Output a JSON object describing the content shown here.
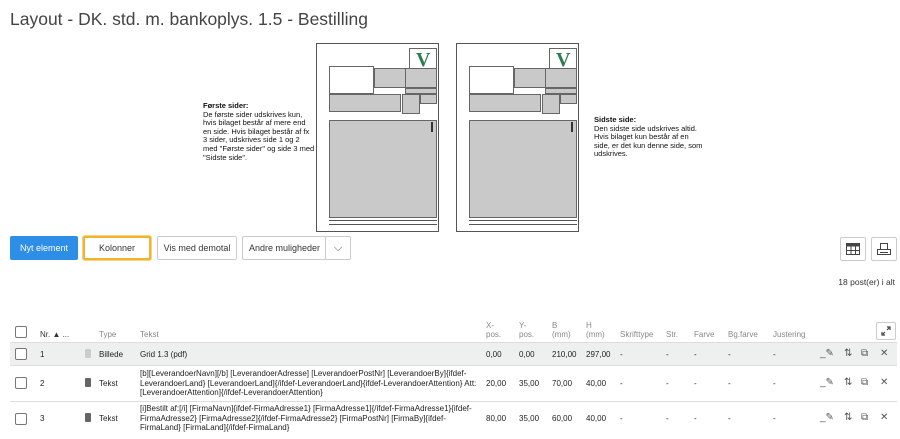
{
  "page": {
    "title": "Layout - DK. std. m. bankoplys. 1.5 - Bestilling"
  },
  "preview": {
    "logo_letter": "V",
    "first": {
      "heading": "Første sider:",
      "body": "De første sider udskrives kun, hvis bilaget består af mere end en side. Hvis bilaget består af fx 3 sider, udskrives side 1 og 2 med \"Første sider\" og side 3 med \"Sidste side\"."
    },
    "last": {
      "heading": "Sidste side:",
      "body": "Den sidste side udskrives altid. Hvis bilaget kun består af en side, er det kun denne side, som udskrives."
    }
  },
  "toolbar": {
    "new_element": "Nyt element",
    "columns": "Kolonner",
    "show_demo": "Vis med demotal",
    "more": "Andre muligheder",
    "caret": "⌵"
  },
  "count_text": "18 post(er) i alt",
  "table": {
    "headers": {
      "nr": "Nr. ▲ ...",
      "type": "Type",
      "tekst": "Tekst",
      "xpos": "X-\npos.",
      "ypos": "Y-\npos.",
      "b": "B\n(mm)",
      "h": "H\n(mm)",
      "font": "Skrifttype",
      "str": "Str.",
      "farve": "Farve",
      "bgfarve": "Bg.farve",
      "justering": "Justering"
    },
    "rows": [
      {
        "nr": "1",
        "type": "Billede",
        "tekst": "Grid 1.3 (pdf)",
        "x": "0,00",
        "y": "0,00",
        "b": "210,00",
        "h": "297,00",
        "font": "-",
        "str": "-",
        "farve": "-",
        "bg": "-",
        "just": "-"
      },
      {
        "nr": "2",
        "type": "Tekst",
        "tekst": "[b][LeverandoerNavn][/b] [LeverandoerAdresse] [LeverandoerPostNr] [LeverandoerBy]{ifdef-LeverandoerLand} [LeverandoerLand]{/ifdef-LeverandoerLand}{ifdef-LeverandoerAttention} Att: [LeverandoerAttention]{/ifdef-LeverandoerAttention}",
        "x": "20,00",
        "y": "35,00",
        "b": "70,00",
        "h": "40,00",
        "font": "-",
        "str": "-",
        "farve": "-",
        "bg": "-",
        "just": "-"
      },
      {
        "nr": "3",
        "type": "Tekst",
        "tekst": "[i]Bestilt af:[/i] [FirmaNavn]{ifdef-FirmaAdresse1} [FirmaAdresse1]{/ifdef-FirmaAdresse1}{ifdef-FirmaAdresse2} [FirmaAdresse2]{/ifdef-FirmaAdresse2} [FirmaPostNr] [FirmaBy]{ifdef-FirmaLand} [FirmaLand]{/ifdef-FirmaLand}",
        "x": "80,00",
        "y": "35,00",
        "b": "60,00",
        "h": "40,00",
        "font": "-",
        "str": "-",
        "farve": "-",
        "bg": "-",
        "just": "-"
      }
    ],
    "row_actions": {
      "edit": "_✎",
      "move": "⇅",
      "copy": "⧉",
      "delete": "✕"
    }
  },
  "icons": {
    "table_icon": "table-icon",
    "print_icon": "print-icon",
    "expand_icon": "expand-icon",
    "image_icon": "image-icon",
    "text_icon": "text-icon"
  }
}
